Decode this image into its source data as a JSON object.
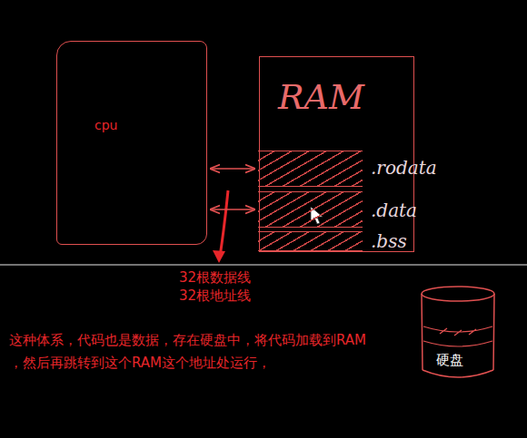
{
  "diagram": {
    "nodes": [
      {
        "text": [
          "cpu"
        ]
      },
      {
        "text": [
          "RAM"
        ]
      },
      {
        "text": [
          ".rodata"
        ],
        "in": 1
      },
      {
        "text": [
          ".data"
        ],
        "in": 1
      },
      {
        "text": [
          ".bss"
        ],
        "in": 1
      },
      {
        "text": [
          "硬盘"
        ]
      }
    ],
    "edges": [
      {
        "from": 0,
        "to": 2,
        "arrow": "both"
      },
      {
        "from": 0,
        "to": 3,
        "arrow": "both"
      }
    ],
    "labels": [
      "32根数据线",
      "32根地址线",
      "这种体系，代码也是数据，存在硬盘中，将代码加载到RAM ，然后再跳转到这个RAM这个地址处运行，"
    ]
  }
}
